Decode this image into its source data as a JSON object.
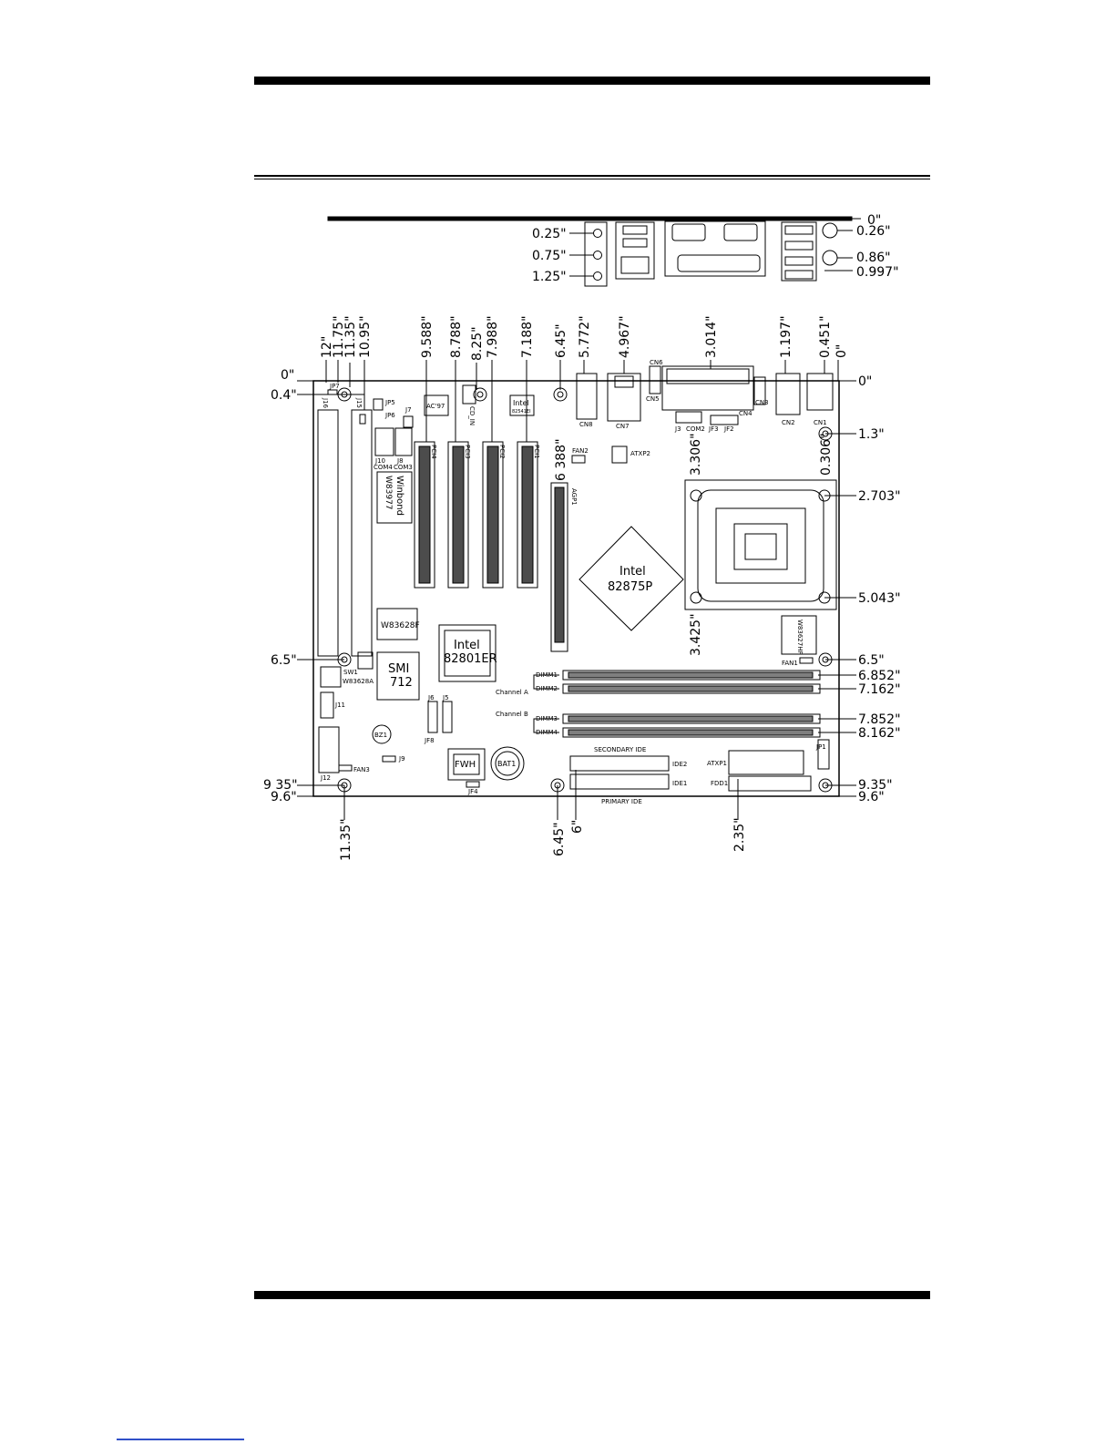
{
  "dims": {
    "top_0": "0\"",
    "top_026": "0.26\"",
    "top_086": "0.86\"",
    "top_0997": "0.997\"",
    "top_025": "0.25\"",
    "top_075": "0.75\"",
    "top_125": "1.25\"",
    "v_12": "12\"",
    "v_1175": "11.75\"",
    "v_1135": "11.35\"",
    "v_1095": "10.95\"",
    "v_9588": "9.588\"",
    "v_8788": "8.788\"",
    "v_825": "8.25\"",
    "v_7988": "7.988\"",
    "v_7188": "7.188\"",
    "v_645": "6.45\"",
    "v_5772": "5.772\"",
    "v_4967": "4.967\"",
    "v_3014": "3.014\"",
    "v_1197": "1.197\"",
    "v_0451": "0.451\"",
    "v_0": "0\"",
    "left_0": "0\"",
    "left_04": "0.4\"",
    "left_65": "6.5\"",
    "left_935": "9 35\"",
    "left_96": "9.6\"",
    "right_0": "0\"",
    "right_13": "1.3\"",
    "right_2703": "2.703\"",
    "right_5043": "5.043\"",
    "right_65": "6.5\"",
    "right_6852": "6.852\"",
    "right_7162": "7.162\"",
    "right_7852": "7.852\"",
    "right_8162": "8.162\"",
    "right_935": "9.35\"",
    "right_96": "9.6\"",
    "in_6388": "6 388\"",
    "in_3306": "3.306\"",
    "in_0306": "0.306\"",
    "in_3425": "3.425\"",
    "bot_1135": "11.35\"",
    "bot_645": "6.45\"",
    "bot_6": "6\"",
    "bot_235": "2.35\""
  },
  "labels": {
    "intel_82875p_1": "Intel",
    "intel_82875p_2": "82875P",
    "intel_82801er_1": "Intel",
    "intel_82801er_2": "82801ER",
    "smi_1": "SMI",
    "smi_2": "712",
    "winbond_1": "Winbond",
    "winbond_2": "W83977",
    "w83628f": "W83628F",
    "w83628a": "W83628A",
    "intel_lan_1": "Intel",
    "intel_lan_2": "82541EI",
    "ac97": "AC'97",
    "fwh": "FWH",
    "bat1": "BAT1",
    "bz1": "BZ1",
    "cn1": "CN1",
    "cn2": "CN2",
    "cn3": "CN3",
    "cn4": "CN4",
    "cn5": "CN5",
    "cn6": "CN6",
    "cn7": "CN7",
    "cn8": "CN8",
    "com2": "COM2",
    "j3": "J3",
    "jf3": "JF3",
    "jf2": "JF2",
    "j10": "J10",
    "j8": "J8",
    "com4": "COM4",
    "com3": "COM3",
    "j7": "J7",
    "jp5": "JP5",
    "jp6": "JP6",
    "jp7": "JP7",
    "j16": "J16",
    "j15": "J15",
    "j11": "J11",
    "j12": "J12",
    "j9": "J9",
    "j6": "J6",
    "j5": "J5",
    "jf8": "JF8",
    "jf4": "JF4",
    "jp1": "JP1",
    "pci1": "PCI1",
    "pci2": "PCI2",
    "pci3": "PCI3",
    "pci4": "PCI4",
    "agp1": "AGP1",
    "fan1": "FAN1",
    "fan2": "FAN2",
    "fan3": "FAN3",
    "atxp1": "ATXP1",
    "atxp2": "ATXP2",
    "dimm1": "DIMM1",
    "dimm2": "DIMM2",
    "dimm3": "DIMM3",
    "dimm4": "DIMM4",
    "channel_a": "Channel A",
    "channel_b": "Channel B",
    "secondary_ide": "SECONDARY IDE",
    "primary_ide": "PRIMARY IDE",
    "ide1": "IDE1",
    "ide2": "IDE2",
    "fdd1": "FDD1",
    "sw1": "SW1",
    "cd_in": "CD_IN",
    "w83627hf": "W83627HF"
  }
}
